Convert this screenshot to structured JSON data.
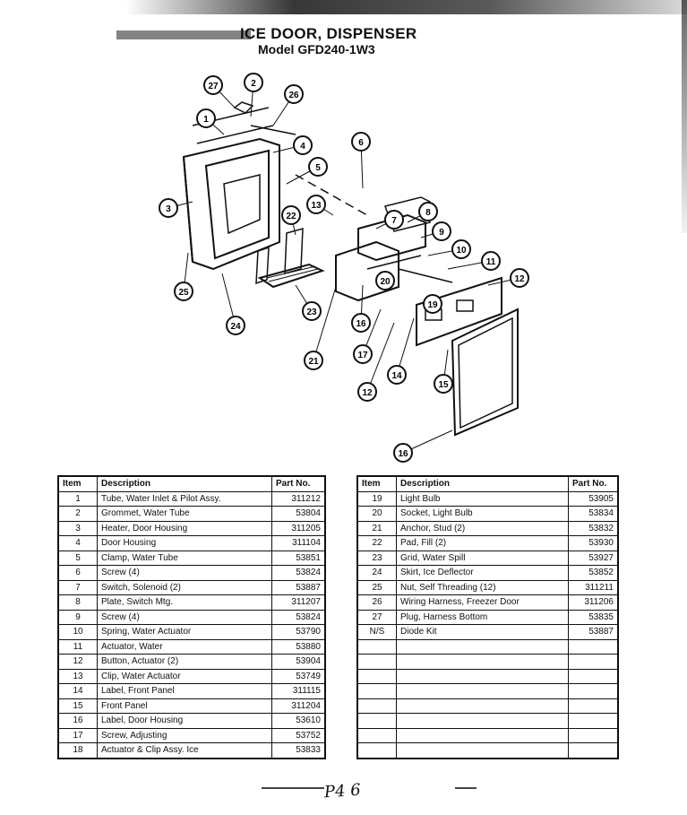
{
  "page": {
    "title": "ICE DOOR, DISPENSER",
    "subtitle": "Model GFD240-1W3"
  },
  "diagram": {
    "callouts": [
      "1",
      "2",
      "3",
      "4",
      "5",
      "6",
      "7",
      "8",
      "9",
      "10",
      "11",
      "12",
      "12",
      "13",
      "14",
      "15",
      "16",
      "16",
      "17",
      "19",
      "20",
      "21",
      "22",
      "23",
      "24",
      "25",
      "26",
      "27"
    ]
  },
  "parts_table": {
    "headers": {
      "item": "Item",
      "description": "Description",
      "part_no": "Part No."
    },
    "left_rows": [
      {
        "item": "1",
        "description": "Tube, Water Inlet & Pilot Assy.",
        "part_no": "311212"
      },
      {
        "item": "2",
        "description": "Grommet, Water Tube",
        "part_no": "53804"
      },
      {
        "item": "3",
        "description": "Heater, Door Housing",
        "part_no": "311205"
      },
      {
        "item": "4",
        "description": "Door Housing",
        "part_no": "311104"
      },
      {
        "item": "5",
        "description": "Clamp, Water Tube",
        "part_no": "53851"
      },
      {
        "item": "6",
        "description": "Screw (4)",
        "part_no": "53824"
      },
      {
        "item": "7",
        "description": "Switch, Solenoid (2)",
        "part_no": "53887"
      },
      {
        "item": "8",
        "description": "Plate, Switch Mtg.",
        "part_no": "311207"
      },
      {
        "item": "9",
        "description": "Screw (4)",
        "part_no": "53824"
      },
      {
        "item": "10",
        "description": "Spring, Water Actuator",
        "part_no": "53790"
      },
      {
        "item": "11",
        "description": "Actuator, Water",
        "part_no": "53880"
      },
      {
        "item": "12",
        "description": "Button, Actuator (2)",
        "part_no": "53904"
      },
      {
        "item": "13",
        "description": "Clip, Water Actuator",
        "part_no": "53749"
      },
      {
        "item": "14",
        "description": "Label, Front Panel",
        "part_no": "311115"
      },
      {
        "item": "15",
        "description": "Front Panel",
        "part_no": "311204"
      },
      {
        "item": "16",
        "description": "Label, Door Housing",
        "part_no": "53610"
      },
      {
        "item": "17",
        "description": "Screw, Adjusting",
        "part_no": "53752"
      },
      {
        "item": "18",
        "description": "Actuator & Clip Assy. Ice",
        "part_no": "53833"
      }
    ],
    "right_rows": [
      {
        "item": "19",
        "description": "Light Bulb",
        "part_no": "53905"
      },
      {
        "item": "20",
        "description": "Socket, Light Bulb",
        "part_no": "53834"
      },
      {
        "item": "21",
        "description": "Anchor, Stud (2)",
        "part_no": "53832"
      },
      {
        "item": "22",
        "description": "Pad, Fill (2)",
        "part_no": "53930"
      },
      {
        "item": "23",
        "description": "Grid, Water Spill",
        "part_no": "53927"
      },
      {
        "item": "24",
        "description": "Skirt, Ice Deflector",
        "part_no": "53852"
      },
      {
        "item": "25",
        "description": "Nut, Self Threading (12)",
        "part_no": "311211"
      },
      {
        "item": "26",
        "description": "Wiring Harness, Freezer Door",
        "part_no": "311206"
      },
      {
        "item": "27",
        "description": "Plug, Harness Bottom",
        "part_no": "53835"
      },
      {
        "item": "N/S",
        "description": "Diode Kit",
        "part_no": "53887"
      },
      {
        "item": "",
        "description": "",
        "part_no": ""
      },
      {
        "item": "",
        "description": "",
        "part_no": ""
      },
      {
        "item": "",
        "description": "",
        "part_no": ""
      },
      {
        "item": "",
        "description": "",
        "part_no": ""
      },
      {
        "item": "",
        "description": "",
        "part_no": ""
      },
      {
        "item": "",
        "description": "",
        "part_no": ""
      },
      {
        "item": "",
        "description": "",
        "part_no": ""
      },
      {
        "item": "",
        "description": "",
        "part_no": ""
      }
    ]
  },
  "footer": {
    "page_mark": "P4 6"
  }
}
